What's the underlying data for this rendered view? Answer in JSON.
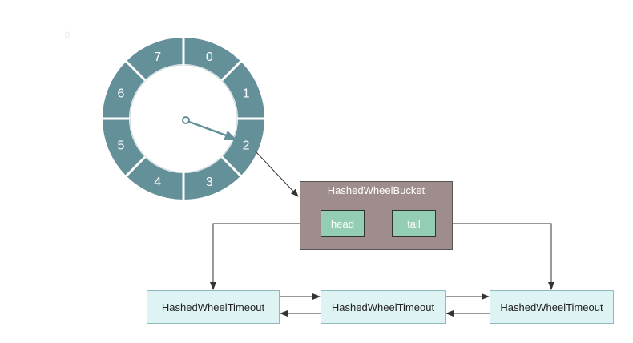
{
  "wheel": {
    "slots": [
      "0",
      "1",
      "2",
      "3",
      "4",
      "5",
      "6",
      "7"
    ],
    "color": "#64909a"
  },
  "corner_mark": "0",
  "bucket": {
    "title": "HashedWheelBucket",
    "head_label": "head",
    "tail_label": "tail",
    "fill": "#9e8d8c",
    "slot_fill": "#93cdb4"
  },
  "timeouts": [
    {
      "label": "HashedWheelTimeout"
    },
    {
      "label": "HashedWheelTimeout"
    },
    {
      "label": "HashedWheelTimeout"
    }
  ],
  "timeout_fill": "#def3f3"
}
